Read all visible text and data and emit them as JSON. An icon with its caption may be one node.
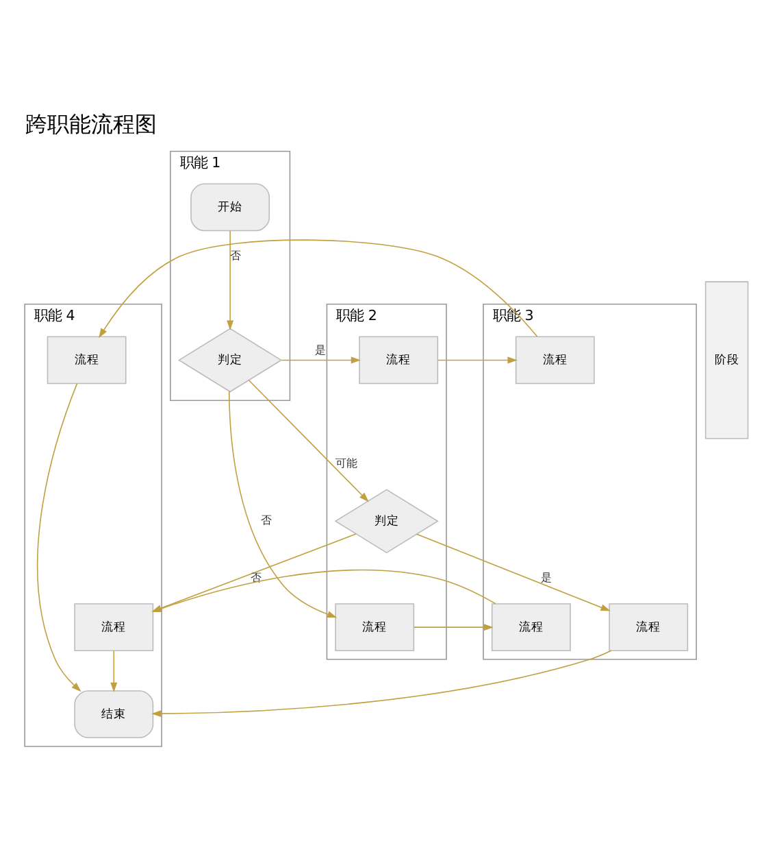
{
  "diagram": {
    "title": "跨职能流程图",
    "nodes": [
      {
        "text": [
          "职能 1"
        ]
      },
      {
        "text": [
          "职能 2"
        ]
      },
      {
        "text": [
          "职能 3"
        ]
      },
      {
        "text": [
          "职能 4"
        ]
      },
      {
        "text": [
          "阶段"
        ]
      },
      {
        "text": [
          "开始"
        ],
        "in": 0
      },
      {
        "text": [
          "判定"
        ],
        "in": 0
      },
      {
        "text": [
          "流程"
        ],
        "in": 1
      },
      {
        "text": [
          "流程"
        ],
        "in": 1
      },
      {
        "text": [
          "判定"
        ],
        "in": 1
      },
      {
        "text": [
          "流程"
        ],
        "in": 2
      },
      {
        "text": [
          "流程"
        ],
        "in": 2
      },
      {
        "text": [
          "流程"
        ],
        "in": 2
      },
      {
        "text": [
          "流程"
        ],
        "in": 3
      },
      {
        "text": [
          "流程"
        ],
        "in": 3
      },
      {
        "text": [
          "结束"
        ],
        "in": 3
      }
    ],
    "edges": [
      {
        "from": 5,
        "to": 6,
        "arrow": "to",
        "label": "否"
      },
      {
        "from": 6,
        "to": 7,
        "arrow": "to",
        "label": "是"
      },
      {
        "from": 6,
        "to": 8,
        "arrow": "to",
        "label": "否"
      },
      {
        "from": 6,
        "to": 9,
        "arrow": "to",
        "label": "可能"
      },
      {
        "from": 7,
        "to": 10,
        "arrow": "to"
      },
      {
        "from": 10,
        "to": 13,
        "arrow": "to"
      },
      {
        "from": 13,
        "to": 15,
        "arrow": "to"
      },
      {
        "from": 8,
        "to": 11,
        "arrow": "to"
      },
      {
        "from": 11,
        "to": 14,
        "arrow": "to"
      },
      {
        "from": 9,
        "to": 14,
        "arrow": "to",
        "label": "否"
      },
      {
        "from": 9,
        "to": 12,
        "arrow": "to",
        "label": "是"
      },
      {
        "from": 12,
        "to": 15,
        "arrow": "to"
      },
      {
        "from": 14,
        "to": 15,
        "arrow": "to"
      }
    ]
  }
}
